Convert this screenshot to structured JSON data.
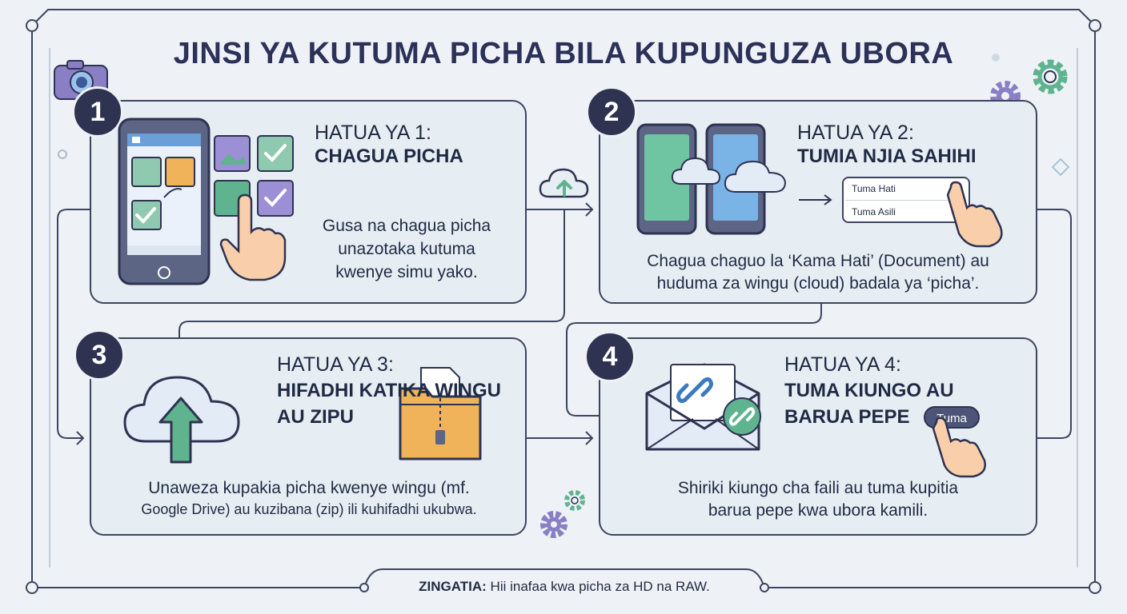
{
  "title": "JINSI YA KUTUMA PICHA BILA KUPUNGUZA UBORA",
  "steps": [
    {
      "number": "1",
      "label": "HATUA YA 1:",
      "title_lines": [
        "CHAGUA PICHA"
      ],
      "description_lines": [
        "Gusa na chagua picha",
        "unazotaka kutuma",
        "kwenye simu yako."
      ]
    },
    {
      "number": "2",
      "label": "HATUA YA 2:",
      "title_lines": [
        "TUMIA NJIA SAHIHI"
      ],
      "description_lines": [
        "Chagua chaguo la ‘Kama Hati’ (Document) au",
        "huduma za wingu (cloud) badala ya ‘picha’."
      ],
      "options": [
        "Tuma Hati",
        "Tuma Asili"
      ]
    },
    {
      "number": "3",
      "label": "HATUA YA 3:",
      "title_lines": [
        "HIFADHI KATIKA WINGU",
        "AU ZIPU"
      ],
      "description_lines": [
        "Unaweza kupakia picha kwenye wingu (mf.",
        "Google Drive) au kuzibana (zip) ili kuhifadhi ukubwa."
      ]
    },
    {
      "number": "4",
      "label": "HATUA YA 4:",
      "title_lines": [
        "TUMA KIUNGO AU",
        "BARUA PEPE"
      ],
      "description_lines": [
        "Shiriki kiungo cha faili au tuma kupitia",
        "barua pepe kwa ubora kamili."
      ],
      "button_label": "Tuma"
    }
  ],
  "note": {
    "label": "ZINGATIA:",
    "text": " Hii inafaa kwa picha za HD na RAW."
  },
  "colors": {
    "card_bg": "#e6eef3",
    "border": "#3c4560",
    "badge": "#2e3352",
    "green": "#5fb38f",
    "blue": "#6a9fd8",
    "purple": "#8a7ec4",
    "orange": "#f0b35a"
  },
  "icons": [
    "camera-icon",
    "gear-icon",
    "cloud-upload-icon",
    "phone-icon",
    "hand-pointer-icon",
    "cloud-icon",
    "folder-zip-icon",
    "envelope-icon",
    "link-icon"
  ]
}
